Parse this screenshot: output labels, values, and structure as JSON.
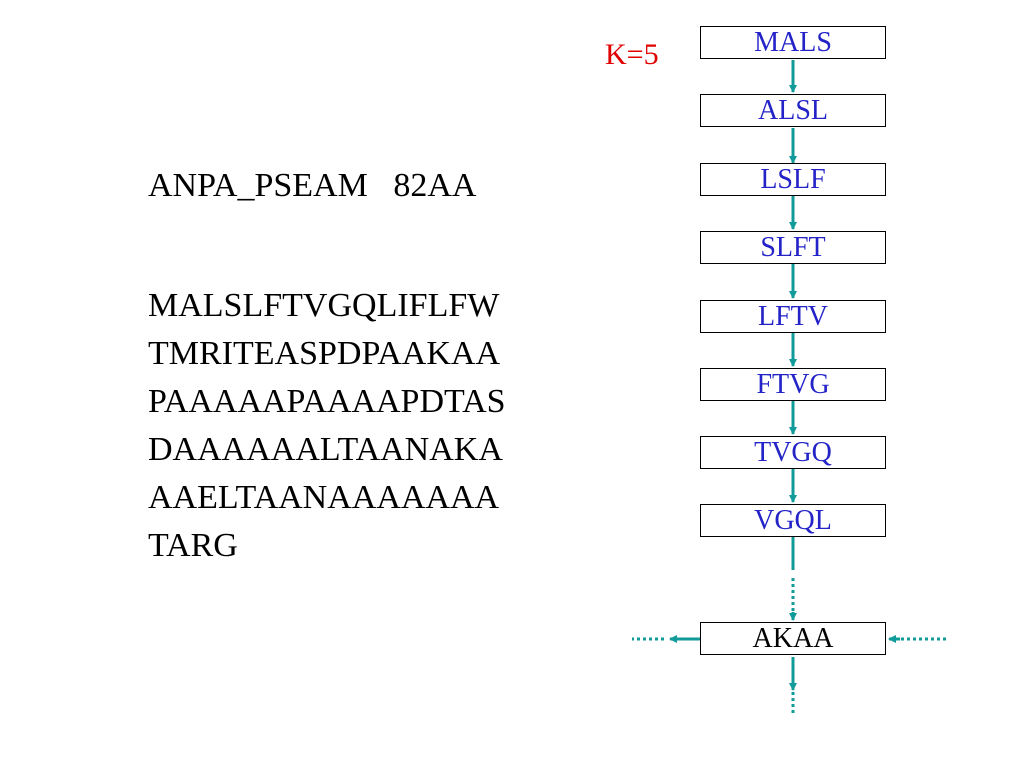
{
  "header": {
    "name": "ANPA_PSEAM",
    "length": "82AA"
  },
  "sequence": [
    "MALSLFTVGQLIFLFW",
    "TMRITEASPDPAAKAA",
    "PAAAAAPAAAAPDTAS",
    "DAAAAAALTAANAKA",
    "AAELTAANAAAAAAA",
    "TARG"
  ],
  "k_label": "K=5",
  "chain": [
    "MALS",
    "ALSL",
    "LSLF",
    "SLFT",
    "LFTV",
    "FTVG",
    "TVGQ",
    "VGQL"
  ],
  "hub": "AKAA",
  "colors": {
    "node_text": "#2323c8",
    "arrow": "#109a9a",
    "k_label": "#e00000"
  }
}
